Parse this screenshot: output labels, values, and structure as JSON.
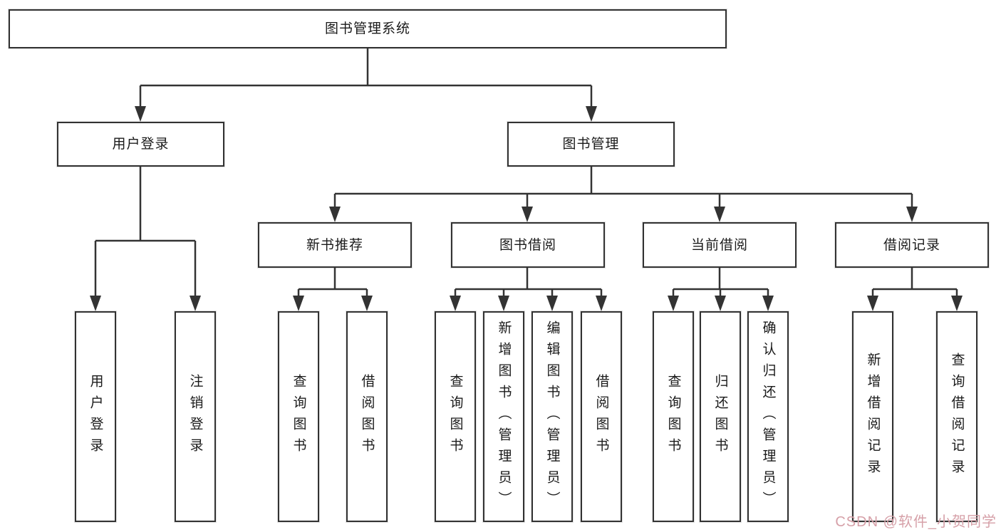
{
  "colors": {
    "background": "#ffffff",
    "line": "#333333",
    "box_border": "#323232",
    "text": "#1a1a1a",
    "watermark": "#d6a0a8"
  },
  "watermark": {
    "text": "CSDN @软件_小贺同学"
  },
  "tree": {
    "root": {
      "label": "图书管理系统"
    },
    "branches": [
      {
        "label": "用户登录",
        "children": [
          {
            "label": "用户登录"
          },
          {
            "label": "注销登录"
          }
        ]
      },
      {
        "label": "图书管理",
        "groups": [
          {
            "label": "新书推荐",
            "children": [
              {
                "label": "查询图书"
              },
              {
                "label": "借阅图书"
              }
            ]
          },
          {
            "label": "图书借阅",
            "children": [
              {
                "label": "查询图书"
              },
              {
                "label": "新增图书（管理员）"
              },
              {
                "label": "编辑图书（管理员）"
              },
              {
                "label": "借阅图书"
              }
            ]
          },
          {
            "label": "当前借阅",
            "children": [
              {
                "label": "查询图书"
              },
              {
                "label": "归还图书"
              },
              {
                "label": "确认归还（管理员）"
              }
            ]
          },
          {
            "label": "借阅记录",
            "children": [
              {
                "label": "新增借阅记录"
              },
              {
                "label": "查询借阅记录"
              }
            ]
          }
        ]
      }
    ]
  }
}
